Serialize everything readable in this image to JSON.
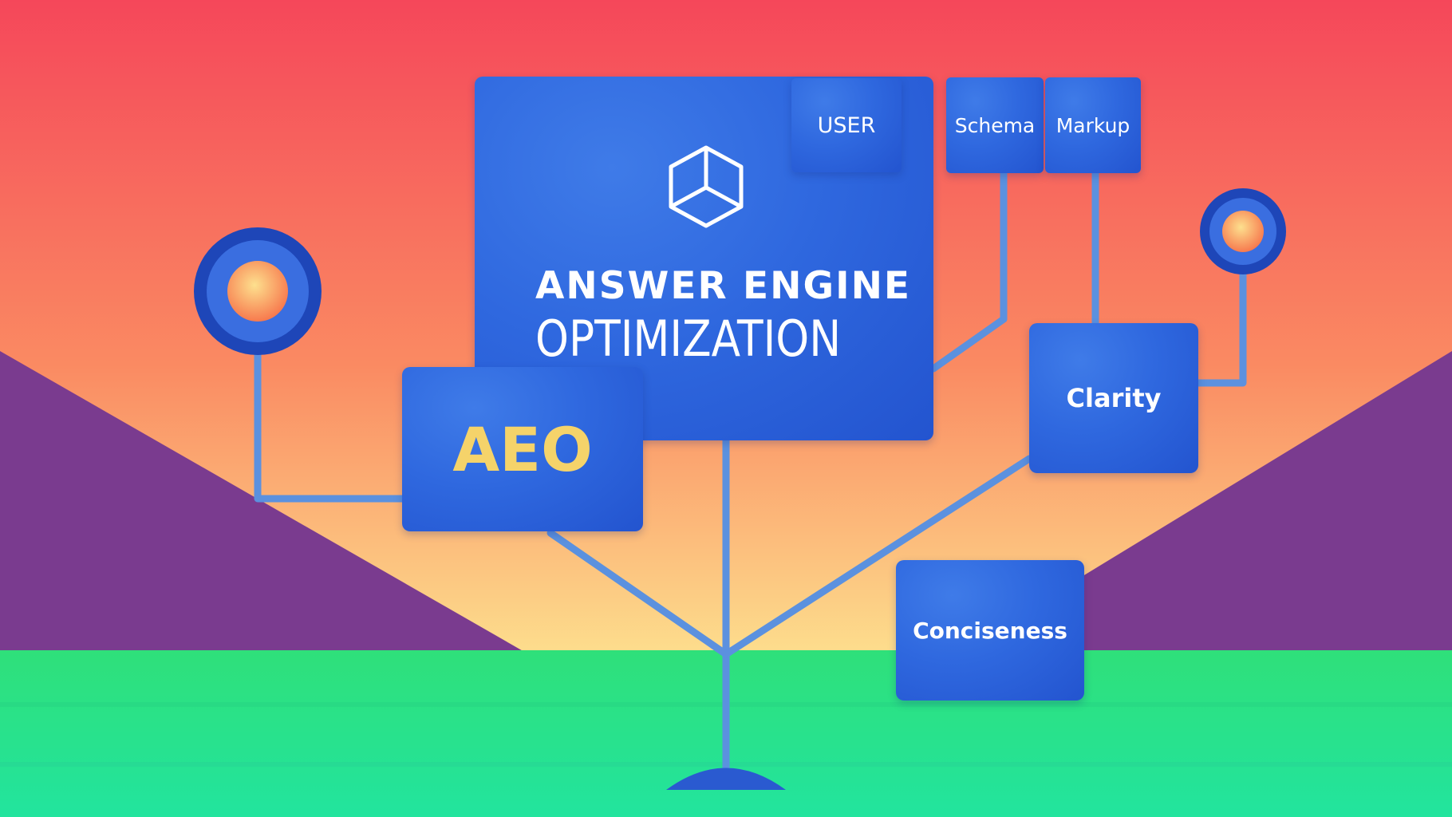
{
  "diagram": {
    "main_title_line1": "ANSWER ENGINE",
    "main_title_line2": "OPTIMIZATION",
    "icon": "cube-icon",
    "nodes": {
      "user": "USER",
      "schema": "Schema",
      "markup": "Markup",
      "aeo": "AEO",
      "clarity": "Clarity",
      "conciseness": "Conciseness"
    }
  },
  "colors": {
    "sky_top": "#f5475a",
    "sky_mid": "#fa8a62",
    "sky_bottom": "#fde08e",
    "hills": "#7a3b8f",
    "ground_top": "#2ee37e",
    "ground_bottom": "#25e39a",
    "card_blue": "#2f68df",
    "branch_blue": "#5b91df",
    "aeo_text": "#f5d36a",
    "target_ring": "#1e46b8"
  }
}
